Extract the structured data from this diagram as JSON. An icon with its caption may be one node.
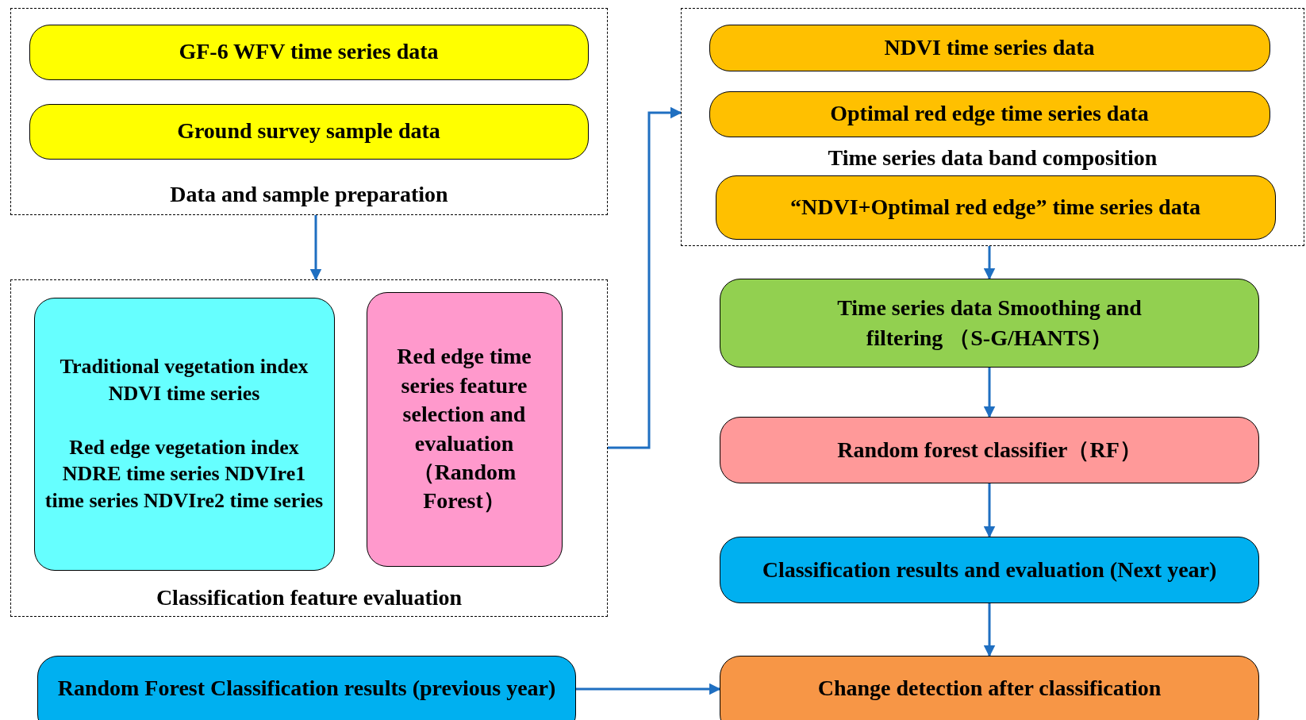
{
  "diagram": {
    "nodes": [
      {
        "text": [
          "Data and sample preparation"
        ]
      },
      {
        "text": [
          "GF-6 WFV time series data"
        ],
        "in": 0
      },
      {
        "text": [
          "Ground survey sample data"
        ],
        "in": 0
      },
      {
        "text": [
          "Classification feature evaluation"
        ]
      },
      {
        "text": [
          "Traditional vegetation index NDVI time series",
          "Red edge vegetation index NDRE time series NDVIre1 time series NDVIre2 time series"
        ],
        "in": 3
      },
      {
        "text": [
          "Red edge time series feature selection and evaluation （Random Forest）"
        ],
        "in": 3
      },
      {
        "text": [
          "Time series data band composition"
        ]
      },
      {
        "text": [
          "NDVI  time series data"
        ],
        "in": 6
      },
      {
        "text": [
          "Optimal red edge time series data"
        ],
        "in": 6
      },
      {
        "text": [
          "“NDVI+Optimal red edge” time series data"
        ],
        "in": 6
      },
      {
        "text": [
          "Time series data Smoothing and filtering （S-G/HANTS）"
        ]
      },
      {
        "text": [
          "Random forest classifier（RF）"
        ]
      },
      {
        "text": [
          "Classification results and evaluation (Next year)"
        ]
      },
      {
        "text": [
          "Change detection after classification"
        ]
      },
      {
        "text": [
          "Random Forest Classification results (previous year)"
        ]
      }
    ],
    "edges": [
      {
        "from": 0,
        "to": 3,
        "arrow": "to"
      },
      {
        "from": 3,
        "to": 6,
        "arrow": "to"
      },
      {
        "from": 6,
        "to": 10,
        "arrow": "to"
      },
      {
        "from": 10,
        "to": 11,
        "arrow": "to"
      },
      {
        "from": 11,
        "to": 12,
        "arrow": "to"
      },
      {
        "from": 12,
        "to": 13,
        "arrow": "to"
      },
      {
        "from": 14,
        "to": 13,
        "arrow": "to"
      }
    ]
  }
}
